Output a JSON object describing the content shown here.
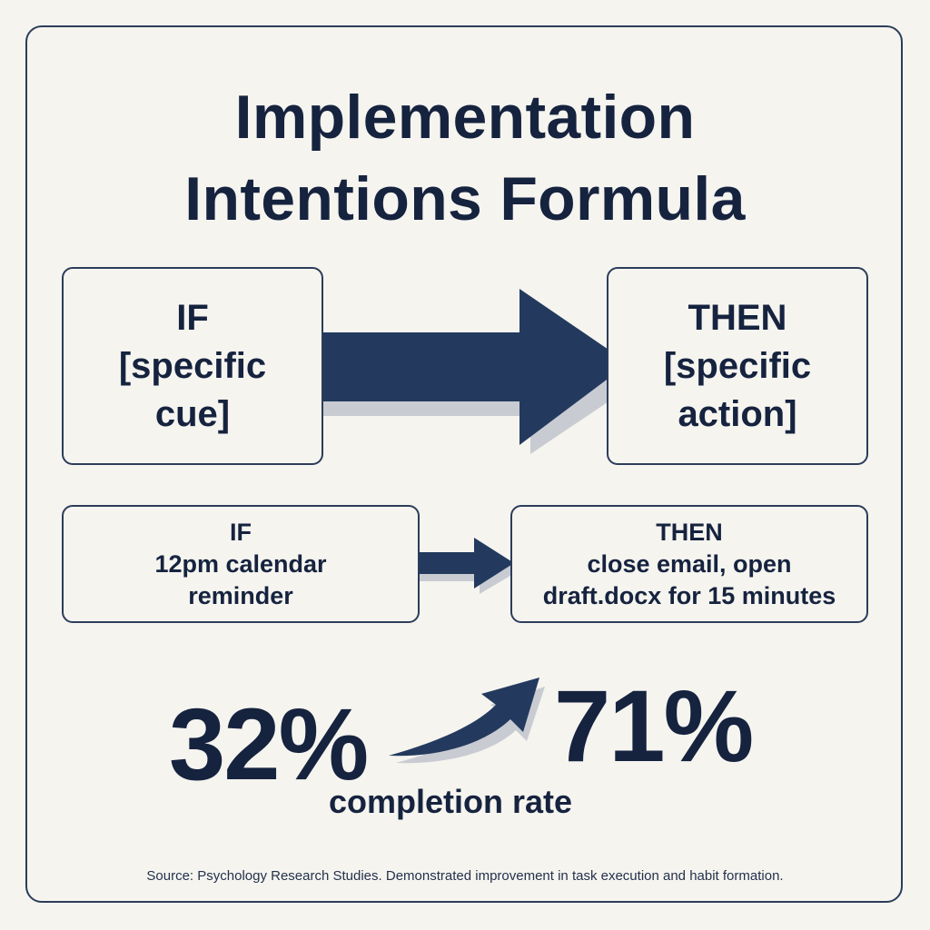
{
  "title": {
    "line1": "Implementation",
    "line2": "Intentions Formula"
  },
  "formula": {
    "if_lines": [
      "IF",
      "[specific",
      "cue]"
    ],
    "then_lines": [
      "THEN",
      "[specific",
      "action]"
    ]
  },
  "example": {
    "if_lines": [
      "IF",
      "12pm calendar",
      "reminder"
    ],
    "then_lines": [
      "THEN",
      "close email, open",
      "draft.docx for 15 minutes"
    ]
  },
  "result": {
    "before": "32%",
    "after": "71%",
    "caption": "completion rate"
  },
  "source": "Source: Psychology Research Studies. Demonstrated improvement in task execution and habit formation.",
  "colors": {
    "background": "#f5f4ef",
    "navy": "#233a5e",
    "text": "#16233f",
    "shadow": "#c9cbd2"
  },
  "icons": [
    "right-arrow-icon",
    "right-arrow-icon",
    "curved-up-arrow-icon"
  ]
}
